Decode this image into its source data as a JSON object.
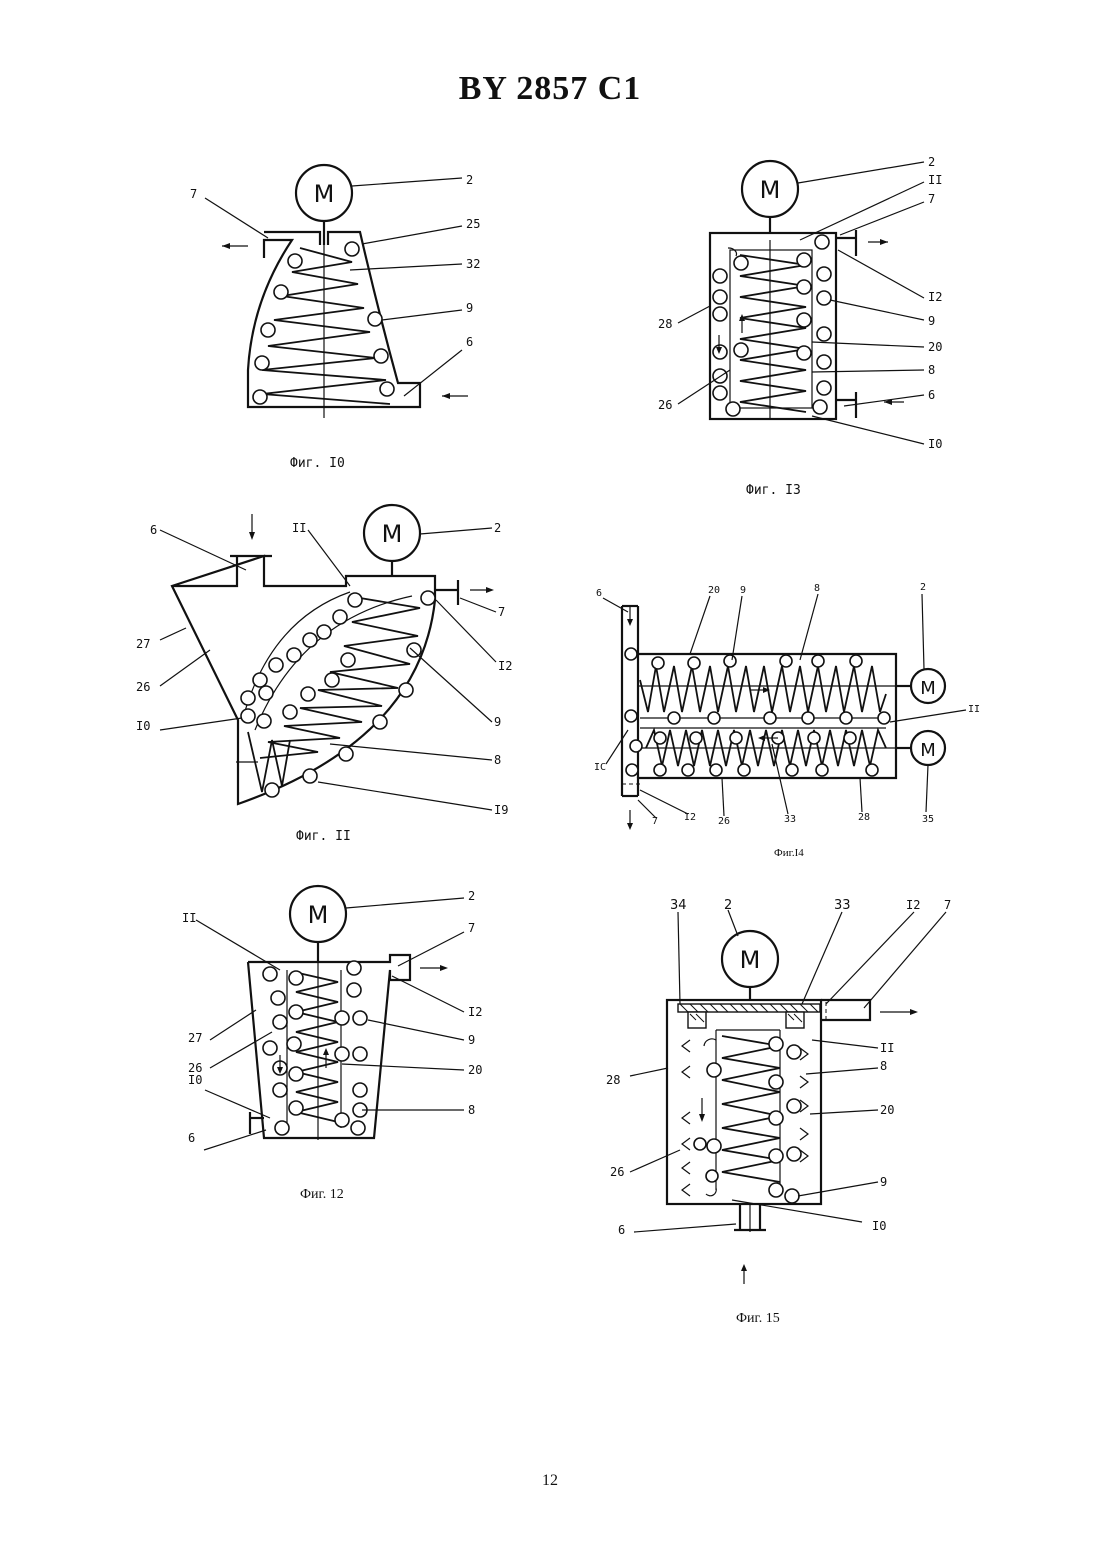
{
  "header": {
    "title": "BY 2857 C1"
  },
  "footer": {
    "page_number": "12"
  },
  "figures": {
    "fig10": {
      "caption": "Фиг. I0",
      "motor": "M",
      "labels": {
        "l7": "7",
        "l2": "2",
        "l25": "25",
        "l32": "32",
        "l9": "9",
        "l6": "6"
      }
    },
    "fig13": {
      "caption": "Фиг. I3",
      "motor": "M",
      "labels": {
        "l2": "2",
        "l11": "II",
        "l7": "7",
        "l12": "I2",
        "l9": "9",
        "l20": "20",
        "l8": "8",
        "l6": "6",
        "l10": "I0",
        "l28": "28",
        "l26": "26"
      }
    },
    "fig11": {
      "caption": "Фиг. II",
      "motor": "M",
      "labels": {
        "l6": "6",
        "l11": "II",
        "l2": "2",
        "l7": "7",
        "l12": "I2",
        "l27": "27",
        "l26": "26",
        "l9": "9",
        "l10": "I0",
        "l8": "8",
        "l19": "I9"
      }
    },
    "fig14": {
      "caption": "Фиг.I4",
      "motor_top": "M",
      "motor_bottom": "M",
      "labels": {
        "l6": "6",
        "l20": "20",
        "l9": "9",
        "l8": "8",
        "l2": "2",
        "l11": "II",
        "l10": "IC",
        "l7": "7",
        "l12": "I2",
        "l26": "26",
        "l33": "33",
        "l28": "28",
        "l35": "35"
      }
    },
    "fig12": {
      "caption": "Фиг. 12",
      "motor": "M",
      "labels": {
        "l2": "2",
        "l11": "II",
        "l7": "7",
        "l12": "I2",
        "l27": "27",
        "l9": "9",
        "l26": "26",
        "l10": "I0",
        "l20": "20",
        "l8": "8",
        "l6": "6"
      }
    },
    "fig15": {
      "caption": "Фиг. 15",
      "motor": "M",
      "labels": {
        "l34": "34",
        "l2": "2",
        "l33": "33",
        "l12": "I2",
        "l7": "7",
        "l11": "II",
        "l28": "28",
        "l8": "8",
        "l20": "20",
        "l26": "26",
        "l9": "9",
        "l6": "6",
        "l10": "I0"
      }
    }
  }
}
